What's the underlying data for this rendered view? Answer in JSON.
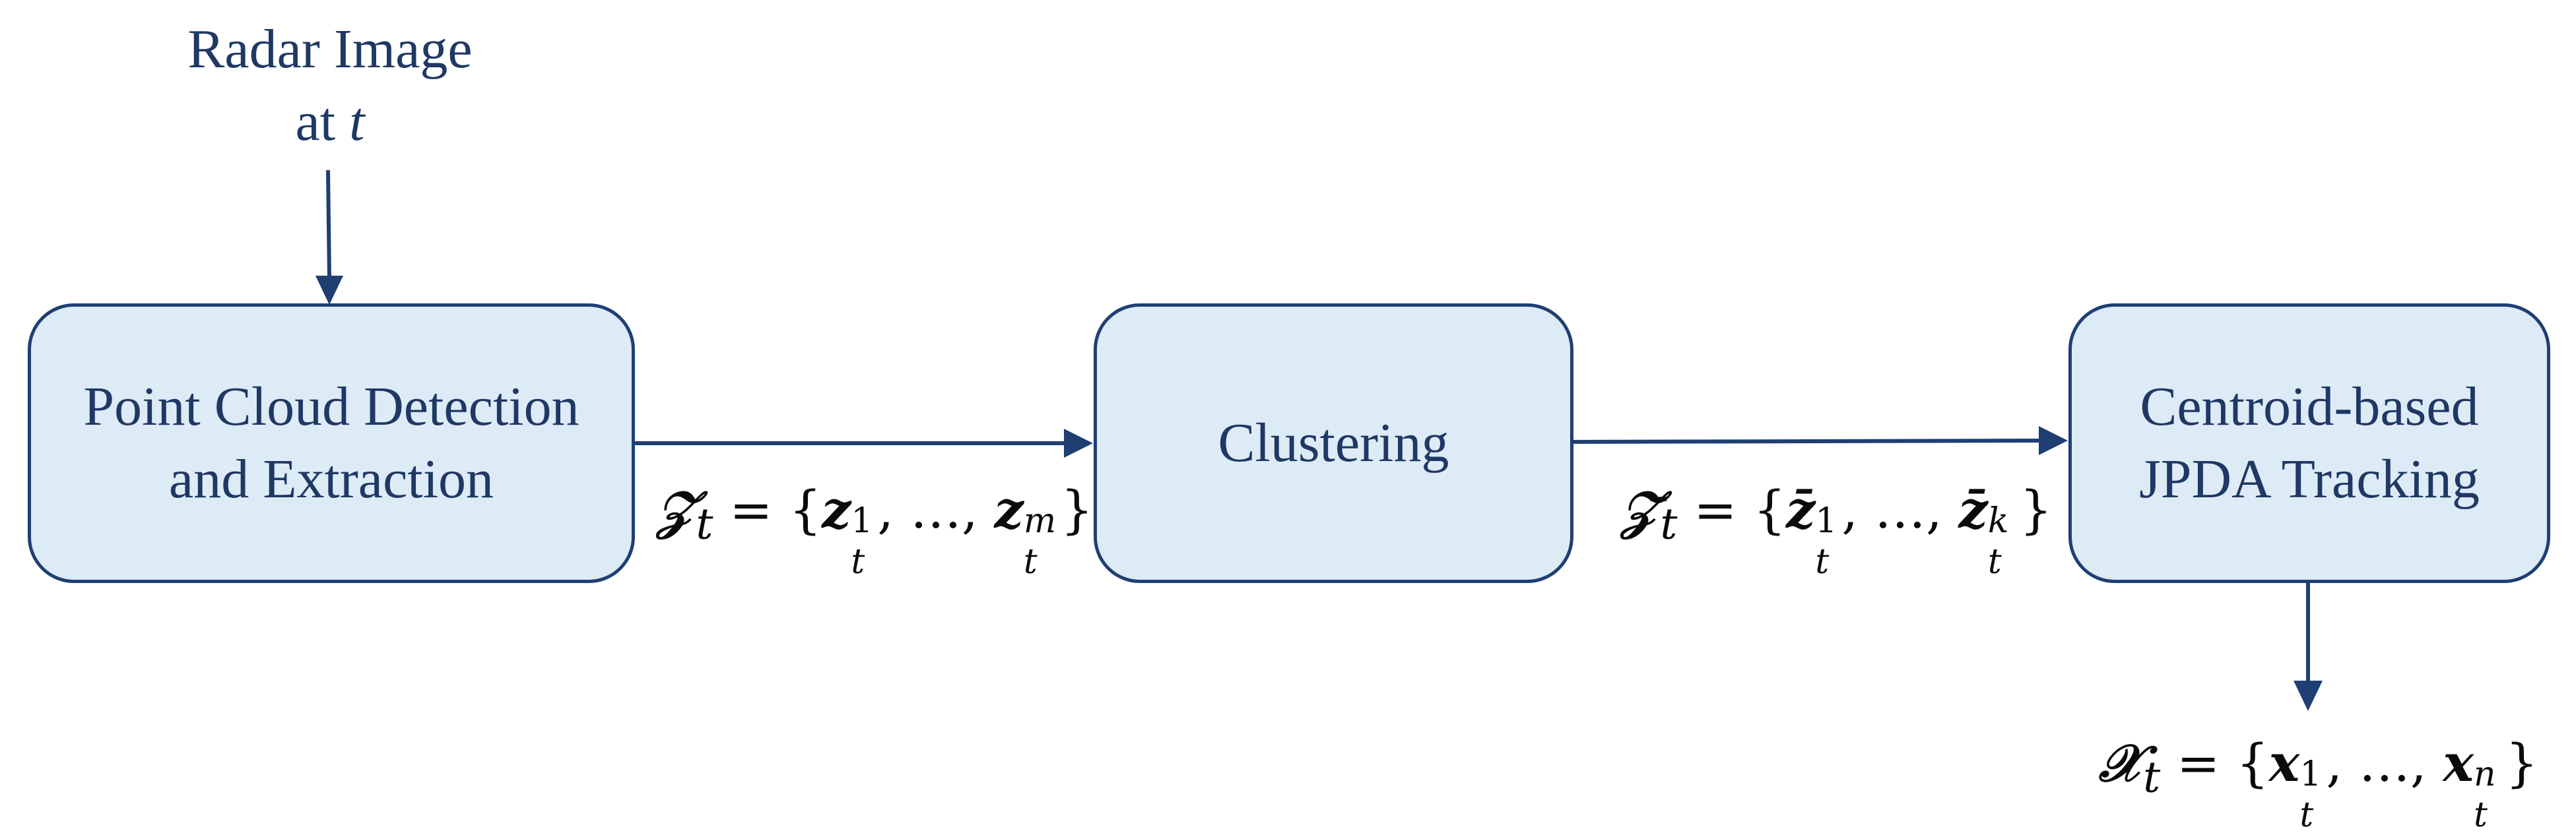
{
  "input": {
    "line1": "Radar Image",
    "line2_prefix": "at ",
    "line2_var": "t"
  },
  "blocks": [
    {
      "id": "point-cloud",
      "lines": [
        "Point Cloud Detection",
        "and Extraction"
      ]
    },
    {
      "id": "clustering",
      "lines": [
        "Clustering"
      ]
    },
    {
      "id": "jpda",
      "lines": [
        "Centroid-based",
        "JPDA Tracking"
      ]
    }
  ],
  "edges": [
    {
      "from": "input",
      "to": "point-cloud",
      "label": ""
    },
    {
      "from": "point-cloud",
      "to": "clustering",
      "label": "𝒵t = {zt1, …, ztm}"
    },
    {
      "from": "clustering",
      "to": "jpda",
      "label": "𝒵̄t = {z̄t1, …, z̄tk}"
    },
    {
      "from": "jpda",
      "to": "output",
      "label": "𝒳t = {xt1, …, xtn}"
    }
  ],
  "math": {
    "z": {
      "sym": "𝒵",
      "sub": "t",
      "set_sym": "z",
      "sup_first": "1",
      "sup_last": "m",
      "ellipsis": "…"
    },
    "zbar": {
      "sym": "𝒵̄",
      "sub": "t",
      "set_sym": "z̄",
      "sup_first": "1",
      "sup_last": "k",
      "ellipsis": "…"
    },
    "x": {
      "sym": "𝒳",
      "sub": "t",
      "set_sym": "x",
      "sup_first": "1",
      "sup_last": "n",
      "ellipsis": "…"
    }
  },
  "colors": {
    "box_fill": "#ddebf7",
    "box_border": "#1f3f73",
    "arrow": "#1f3f73",
    "text": "#1f3864"
  }
}
